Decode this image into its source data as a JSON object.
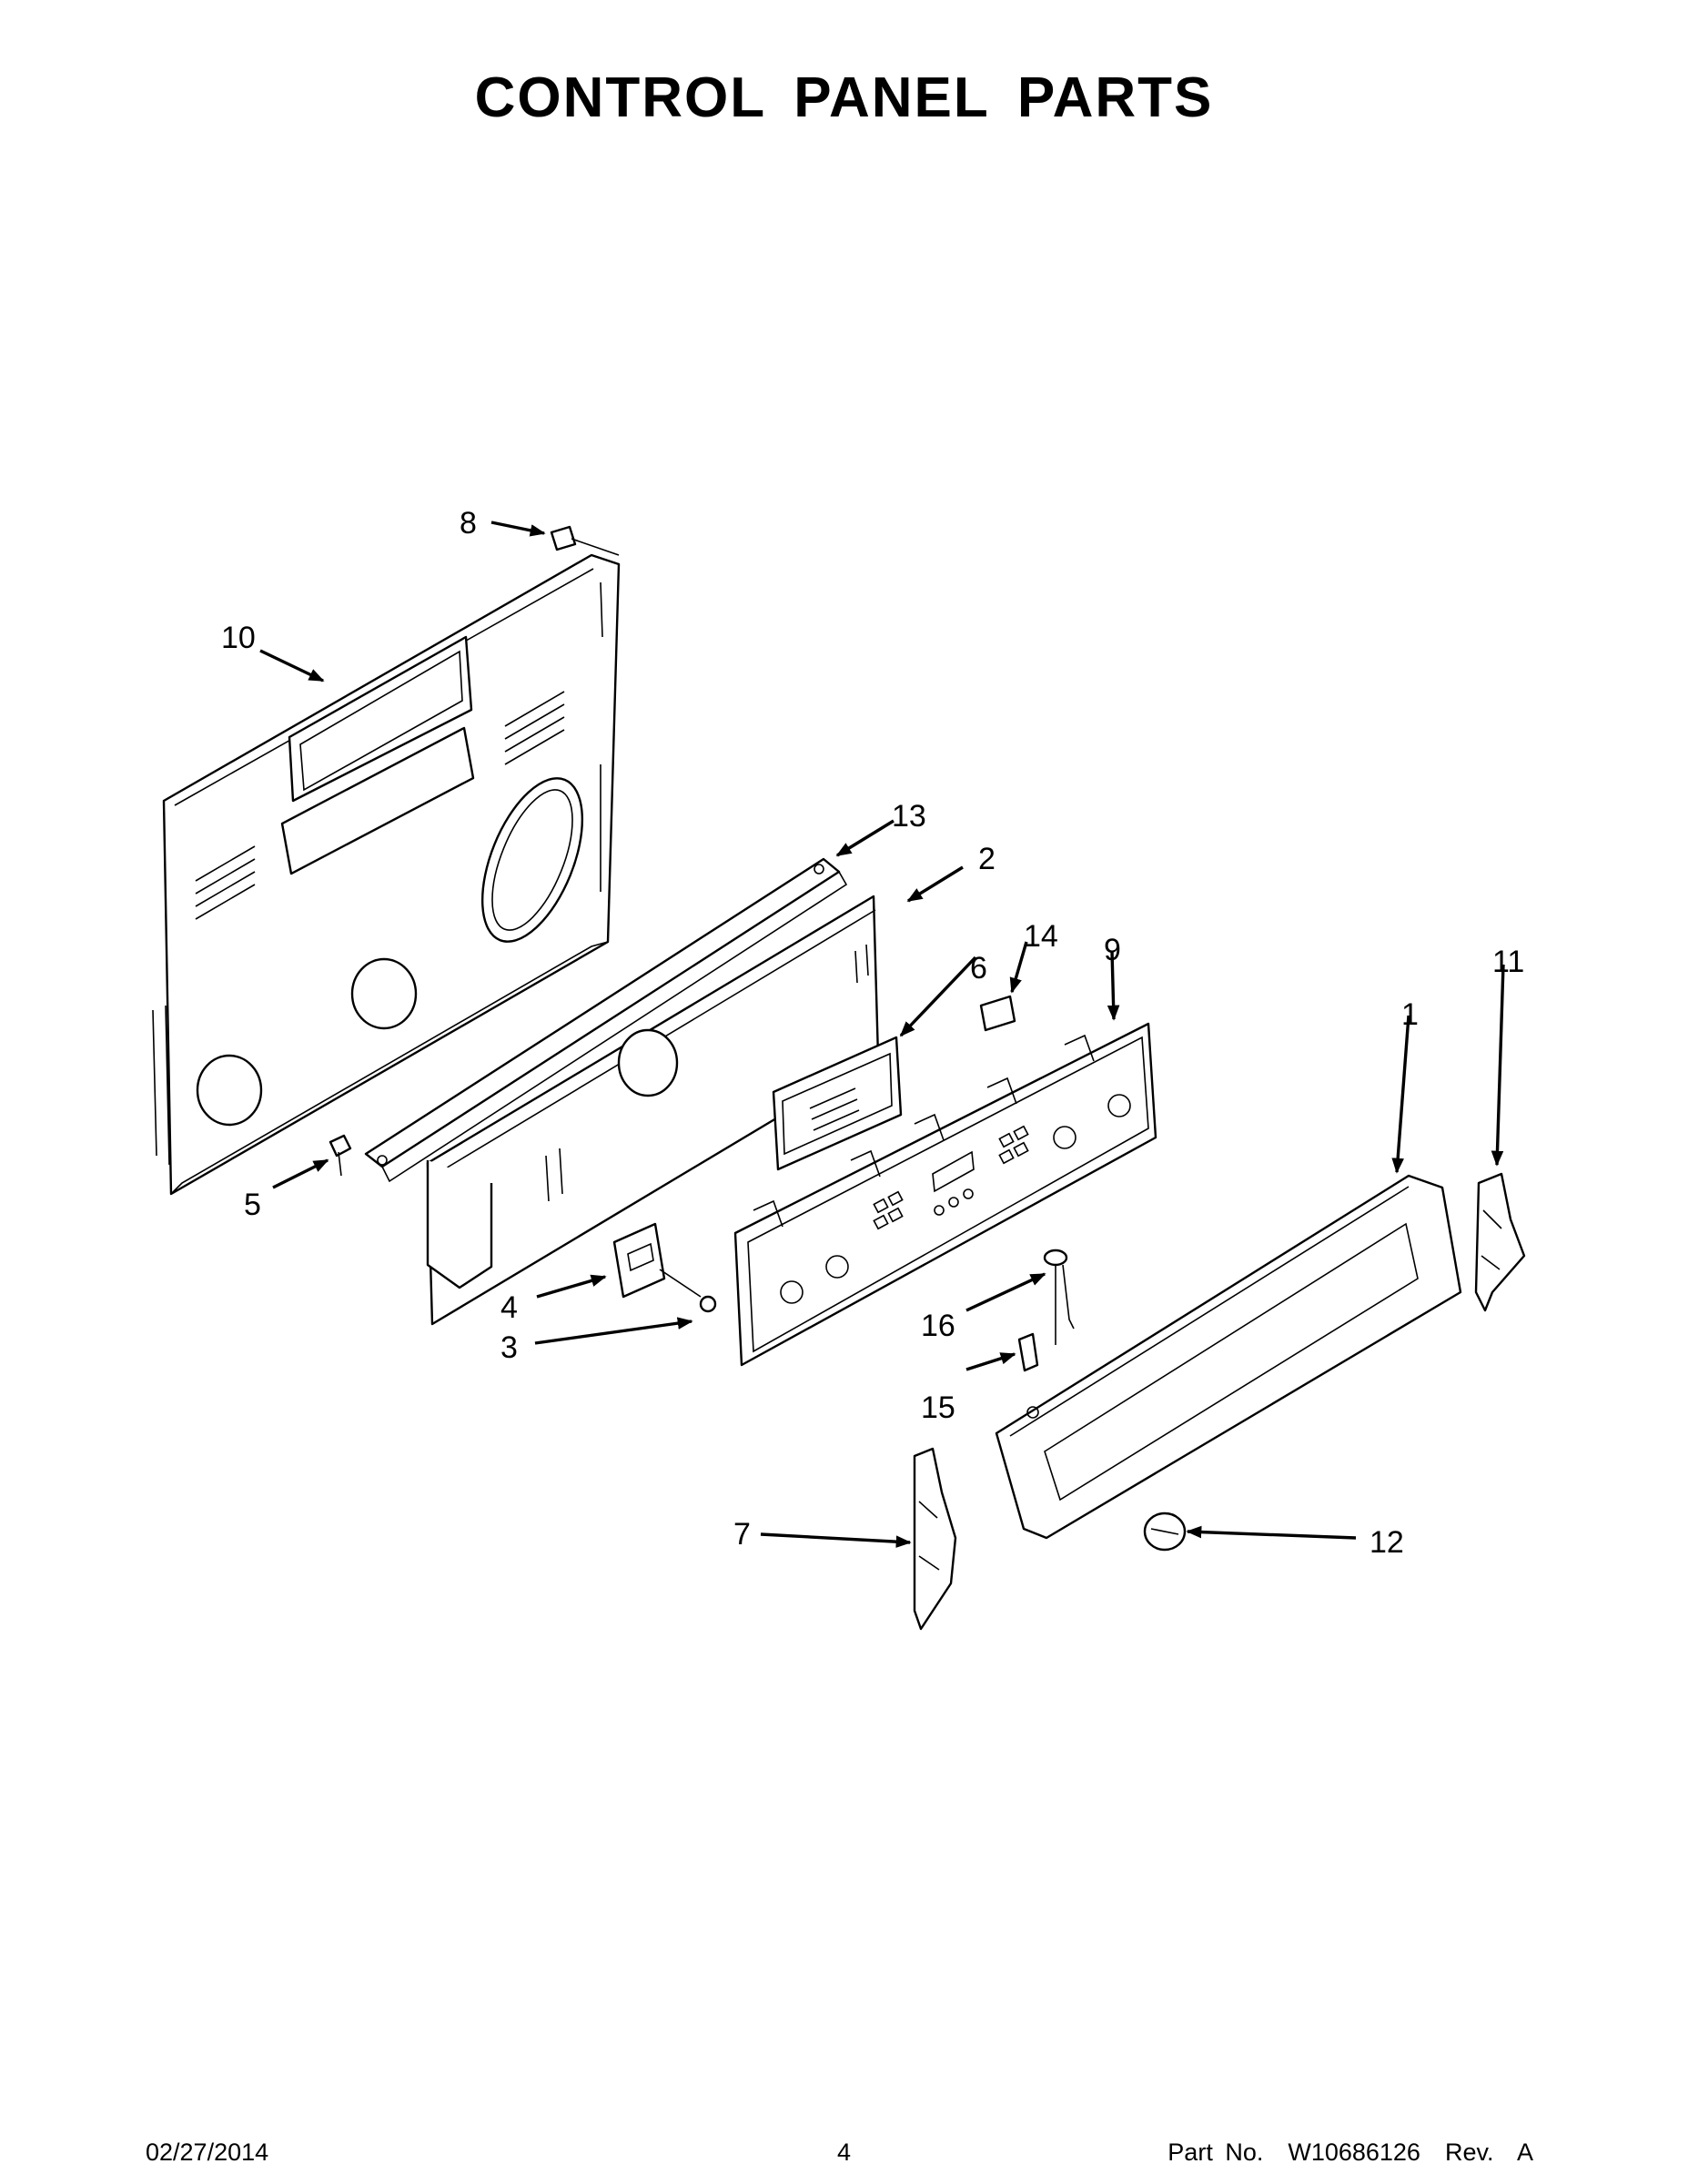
{
  "title": "CONTROL PANEL PARTS",
  "callouts": {
    "c1": "1",
    "c2": "2",
    "c3": "3",
    "c4": "4",
    "c5": "5",
    "c6": "6",
    "c7": "7",
    "c8": "8",
    "c9": "9",
    "c10": "10",
    "c11": "11",
    "c12": "12",
    "c13": "13",
    "c14": "14",
    "c15": "15",
    "c16": "16"
  },
  "footer": {
    "date": "02/27/2014",
    "page": "4",
    "part_number": "Part No.  W10686126  Rev.  A"
  }
}
